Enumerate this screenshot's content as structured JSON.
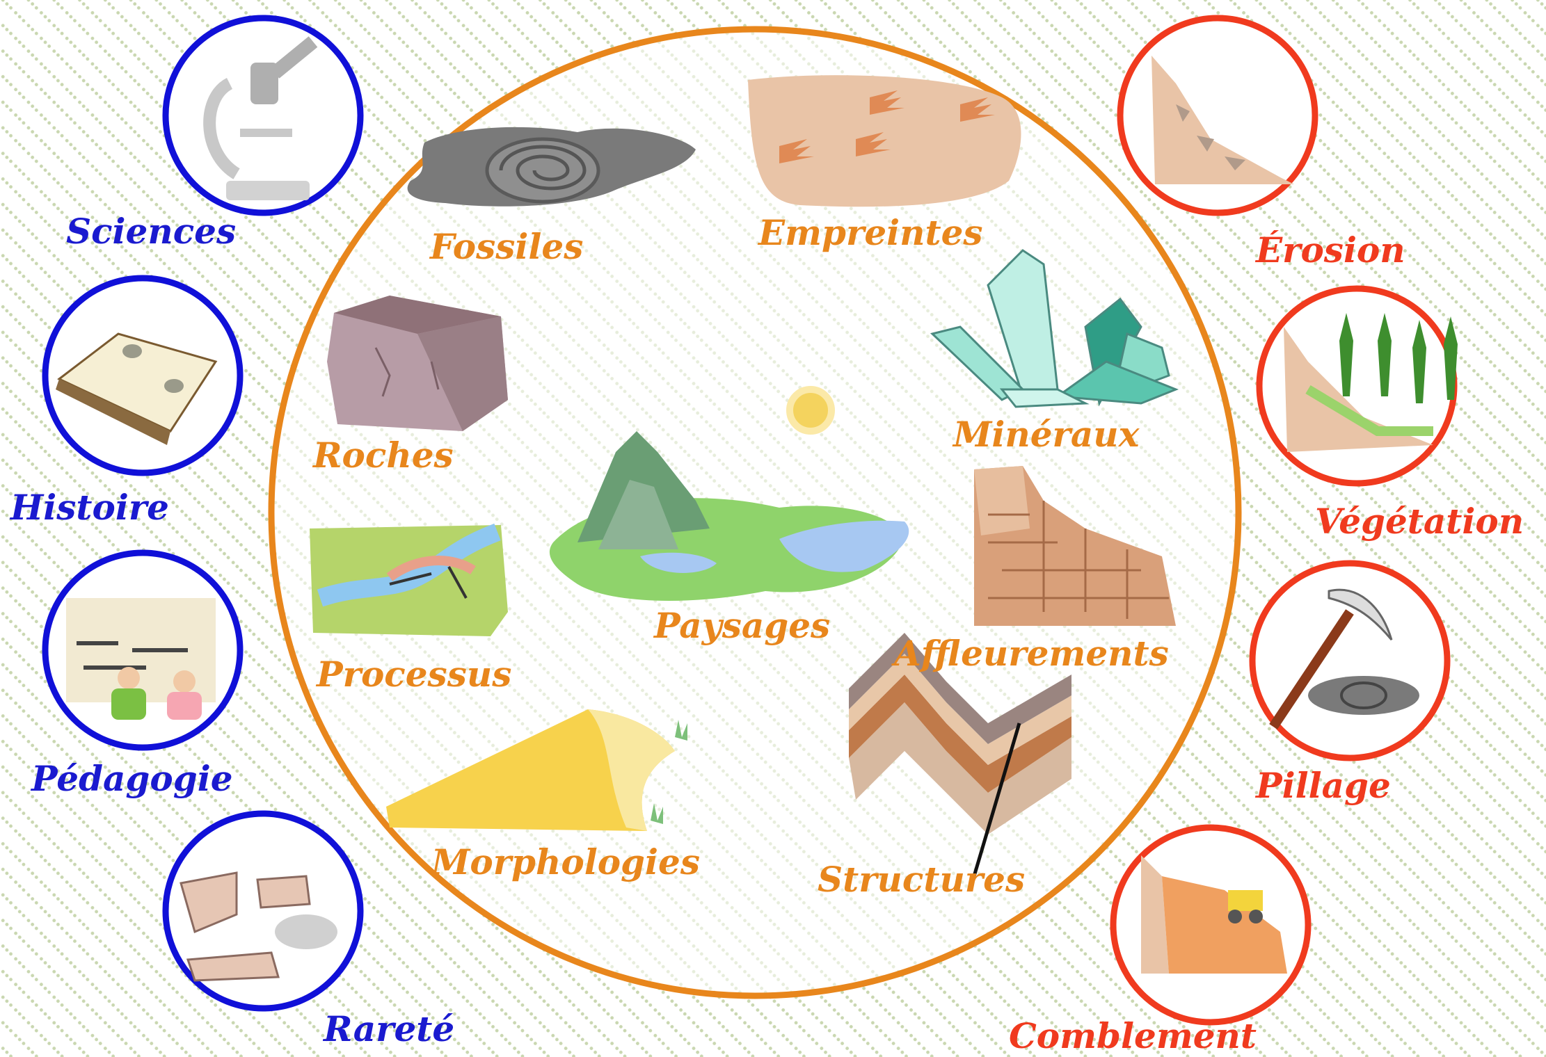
{
  "colors": {
    "center_ring": "#E8861C",
    "left_ring": "#1010D8",
    "right_ring": "#F03A1E",
    "center_text": "#E8861C",
    "left_text": "#1A1ACF",
    "right_text": "#F03A1E",
    "background_dots": "#C9D7B0"
  },
  "center": {
    "items": [
      {
        "label": "Fossiles",
        "icon": "ammonite-fossil-icon"
      },
      {
        "label": "Empreintes",
        "icon": "footprints-icon"
      },
      {
        "label": "Roches",
        "icon": "rock-block-icon"
      },
      {
        "label": "Minéraux",
        "icon": "crystal-cluster-icon"
      },
      {
        "label": "Paysages",
        "icon": "landscape-icon"
      },
      {
        "label": "Processus",
        "icon": "river-process-icon"
      },
      {
        "label": "Affleurements",
        "icon": "cliff-outcrop-icon"
      },
      {
        "label": "Morphologies",
        "icon": "dune-icon"
      },
      {
        "label": "Structures",
        "icon": "fold-fault-icon"
      }
    ]
  },
  "left": {
    "items": [
      {
        "label": "Sciences",
        "icon": "microscope-icon"
      },
      {
        "label": "Histoire",
        "icon": "open-book-icon"
      },
      {
        "label": "Pédagogie",
        "icon": "students-at-outcrop-icon"
      },
      {
        "label": "Rareté",
        "icon": "dinosaur-fossil-icon"
      }
    ]
  },
  "right": {
    "items": [
      {
        "label": "Érosion",
        "icon": "collapsing-slope-icon"
      },
      {
        "label": "Végétation",
        "icon": "vegetation-overgrowth-icon"
      },
      {
        "label": "Pillage",
        "icon": "pickaxe-fossil-icon"
      },
      {
        "label": "Comblement",
        "icon": "bulldozer-fill-icon"
      }
    ]
  }
}
